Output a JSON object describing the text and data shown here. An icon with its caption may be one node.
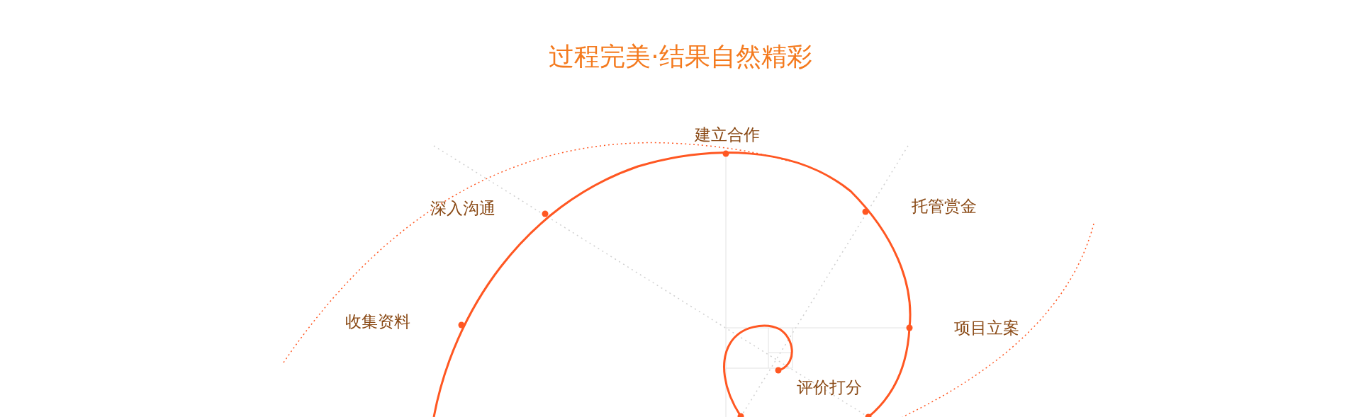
{
  "diagram": {
    "title": "过程完美·结果自然精彩",
    "labels": [
      "建立合作",
      "深入沟通",
      "托管赏金",
      "收集资料",
      "项目立案",
      "评价打分"
    ]
  }
}
